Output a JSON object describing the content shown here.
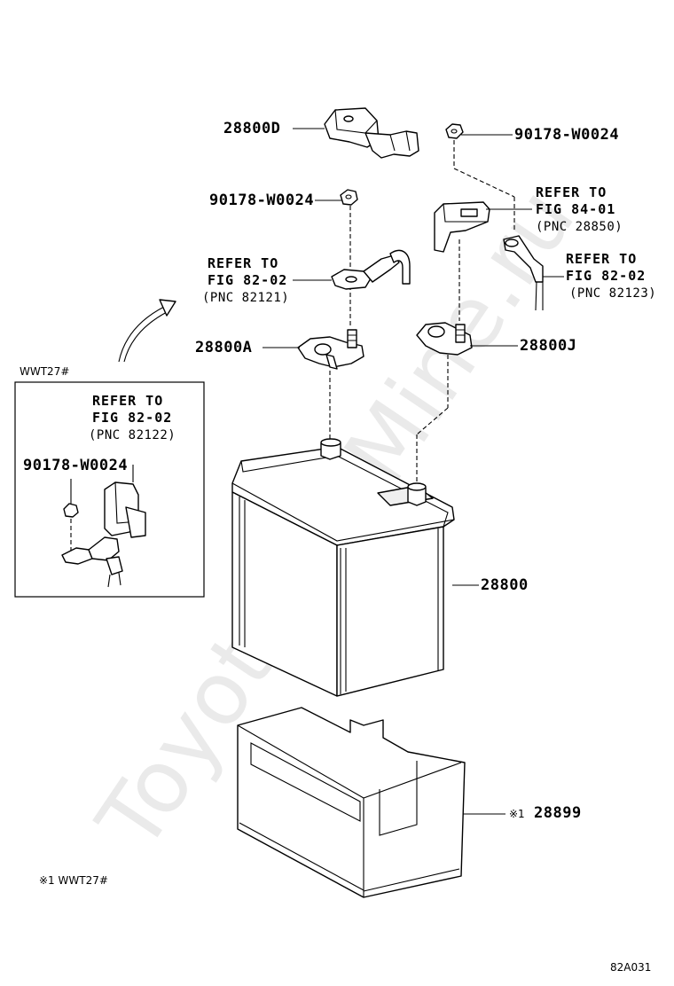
{
  "watermark": "ToyotaCarMine.ru",
  "figure_code": "82A031",
  "labels": {
    "p28800D": "28800D",
    "p90178_top": "90178-W0024",
    "p90178_mid": "90178-W0024",
    "refer1": [
      "REFER TO",
      "FIG 84-01",
      "(PNC 28850)"
    ],
    "refer2": [
      "REFER TO",
      "FIG 82-02",
      "(PNC 82121)"
    ],
    "refer3": [
      "REFER TO",
      "FIG 82-02",
      "(PNC 82123)"
    ],
    "p28800A": "28800A",
    "p28800J": "28800J",
    "p28800": "28800",
    "p28899_mark": "※1",
    "p28899": "28899"
  },
  "inset": {
    "title": "WWT27#",
    "refer": [
      "REFER TO",
      "FIG 82-02",
      "(PNC 82122)"
    ],
    "part": "90178-W0024"
  },
  "footnote": "※1 WWT27#",
  "icons": [
    "battery-cover-icon",
    "nut-icon",
    "terminal-clamp-icon",
    "battery-icon",
    "battery-tray-icon",
    "curved-arrow-icon"
  ]
}
